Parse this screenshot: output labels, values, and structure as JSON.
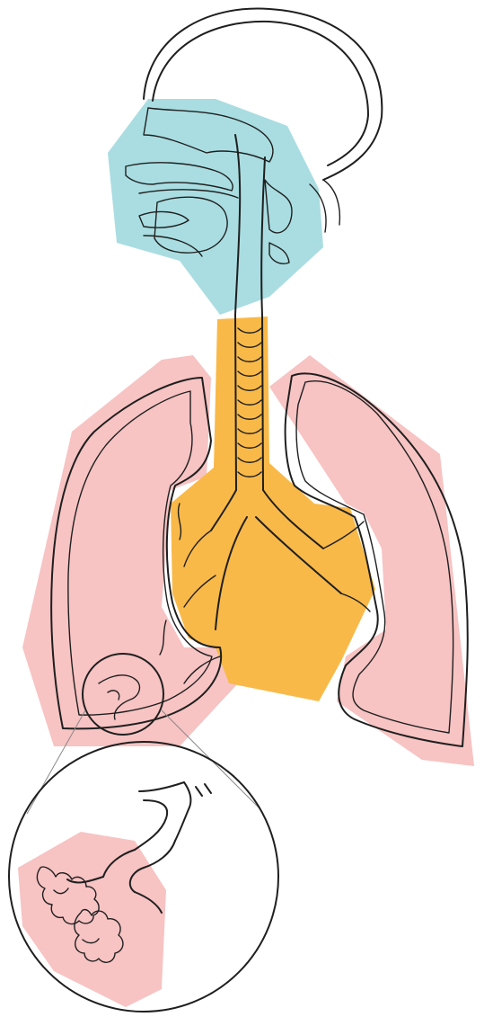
{
  "figure": {
    "subject": "respiratory-system",
    "regions": [
      {
        "id": "upper-airway",
        "color": "#a9dde1"
      },
      {
        "id": "central-airway",
        "color": "#f9b948"
      },
      {
        "id": "lung-periphery",
        "color": "#f7c3c3"
      }
    ],
    "colors": {
      "upper_airway": "#a9dde1",
      "central_airway": "#f9b948",
      "lung_periphery": "#f7c3c3",
      "lung_tissue": "#c9c9c9",
      "outline": "#1f1f1f",
      "guide_lines": "#8a8a8a",
      "background": "#ffffff"
    },
    "inset": {
      "shows": "bronchioles-and-alveoli",
      "magnified": true
    }
  }
}
